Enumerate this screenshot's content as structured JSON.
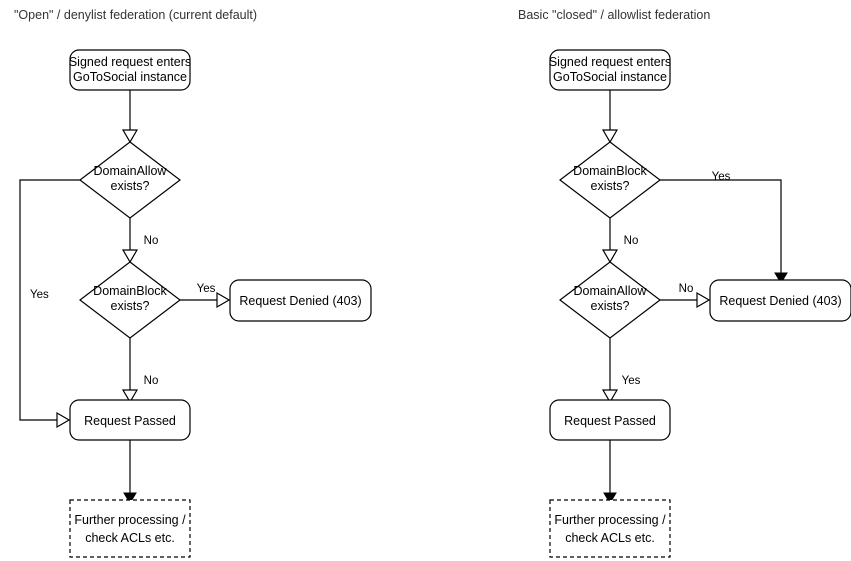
{
  "diagram": {
    "type": "flowchart",
    "background_color": "#ffffff",
    "stroke_color": "#000000",
    "title_color": "#333333",
    "panels": [
      {
        "id": "open-denylist",
        "title": "\"Open\" / denylist federation (current default)",
        "nodes": {
          "entry": "Signed request enters\nGoToSocial instance",
          "entry_line1": "Signed request enters",
          "entry_line2": "GoToSocial instance",
          "decision1_line1": "DomainAllow",
          "decision1_line2": "exists?",
          "decision2_line1": "DomainBlock",
          "decision2_line2": "exists?",
          "denied": "Request Denied (403)",
          "passed": "Request Passed",
          "further_line1": "Further processing /",
          "further_line2": "check ACLs etc."
        },
        "edges": [
          {
            "from": "entry",
            "to": "decision1",
            "label": "",
            "head": "open"
          },
          {
            "from": "decision1",
            "to": "passed",
            "label": "Yes",
            "head": "open"
          },
          {
            "from": "decision1",
            "to": "decision2",
            "label": "No",
            "head": "open"
          },
          {
            "from": "decision2",
            "to": "denied",
            "label": "Yes",
            "head": "open"
          },
          {
            "from": "decision2",
            "to": "passed",
            "label": "No",
            "head": "open"
          },
          {
            "from": "passed",
            "to": "further",
            "label": "",
            "head": "solid"
          }
        ],
        "labels": {
          "allow_yes": "Yes",
          "allow_no": "No",
          "block_yes": "Yes",
          "block_no": "No"
        }
      },
      {
        "id": "closed-allowlist",
        "title": "Basic \"closed\" / allowlist federation",
        "nodes": {
          "entry_line1": "Signed request enters",
          "entry_line2": "GoToSocial instance",
          "decision1_line1": "DomainBlock",
          "decision1_line2": "exists?",
          "decision2_line1": "DomainAllow",
          "decision2_line2": "exists?",
          "denied": "Request Denied (403)",
          "passed": "Request Passed",
          "further_line1": "Further processing /",
          "further_line2": "check ACLs etc."
        },
        "edges": [
          {
            "from": "entry",
            "to": "decision1",
            "label": "",
            "head": "open"
          },
          {
            "from": "decision1",
            "to": "denied",
            "label": "Yes",
            "head": "solid"
          },
          {
            "from": "decision1",
            "to": "decision2",
            "label": "No",
            "head": "open"
          },
          {
            "from": "decision2",
            "to": "denied",
            "label": "No",
            "head": "open"
          },
          {
            "from": "decision2",
            "to": "passed",
            "label": "Yes",
            "head": "open"
          },
          {
            "from": "passed",
            "to": "further",
            "label": "",
            "head": "solid"
          }
        ],
        "labels": {
          "block_yes": "Yes",
          "block_no": "No",
          "allow_no": "No",
          "allow_yes": "Yes"
        }
      }
    ]
  }
}
